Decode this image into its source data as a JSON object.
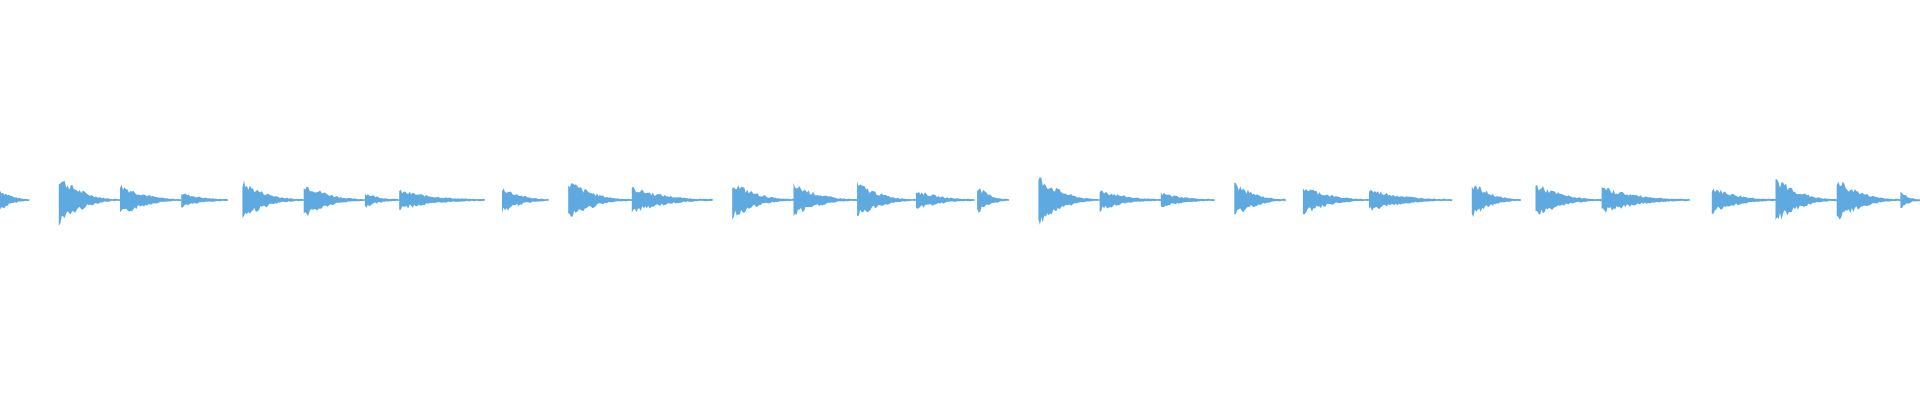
{
  "waveform": {
    "color": "#5da9e0",
    "background": "#ffffff",
    "duration_units": 1568,
    "events": [
      {
        "t": 0,
        "amp": 0.18,
        "len": 24
      },
      {
        "t": 48,
        "amp": 0.42,
        "len": 50
      },
      {
        "t": 98,
        "amp": 0.28,
        "len": 50
      },
      {
        "t": 148,
        "amp": 0.12,
        "len": 38
      },
      {
        "t": 198,
        "amp": 0.32,
        "len": 50
      },
      {
        "t": 248,
        "amp": 0.3,
        "len": 50
      },
      {
        "t": 298,
        "amp": 0.12,
        "len": 28
      },
      {
        "t": 326,
        "amp": 0.16,
        "len": 70
      },
      {
        "t": 410,
        "amp": 0.22,
        "len": 38
      },
      {
        "t": 464,
        "amp": 0.34,
        "len": 52
      },
      {
        "t": 516,
        "amp": 0.22,
        "len": 66
      },
      {
        "t": 598,
        "amp": 0.32,
        "len": 50
      },
      {
        "t": 648,
        "amp": 0.28,
        "len": 52
      },
      {
        "t": 700,
        "amp": 0.3,
        "len": 48
      },
      {
        "t": 748,
        "amp": 0.16,
        "len": 48
      },
      {
        "t": 798,
        "amp": 0.24,
        "len": 26
      },
      {
        "t": 848,
        "amp": 0.42,
        "len": 50
      },
      {
        "t": 898,
        "amp": 0.18,
        "len": 50
      },
      {
        "t": 948,
        "amp": 0.12,
        "len": 44
      },
      {
        "t": 1008,
        "amp": 0.3,
        "len": 42
      },
      {
        "t": 1064,
        "amp": 0.24,
        "len": 54
      },
      {
        "t": 1118,
        "amp": 0.18,
        "len": 68
      },
      {
        "t": 1202,
        "amp": 0.3,
        "len": 40
      },
      {
        "t": 1254,
        "amp": 0.28,
        "len": 54
      },
      {
        "t": 1308,
        "amp": 0.22,
        "len": 72
      },
      {
        "t": 1398,
        "amp": 0.22,
        "len": 52
      },
      {
        "t": 1450,
        "amp": 0.4,
        "len": 50
      },
      {
        "t": 1500,
        "amp": 0.36,
        "len": 52
      },
      {
        "t": 1552,
        "amp": 0.14,
        "len": 16
      }
    ]
  }
}
